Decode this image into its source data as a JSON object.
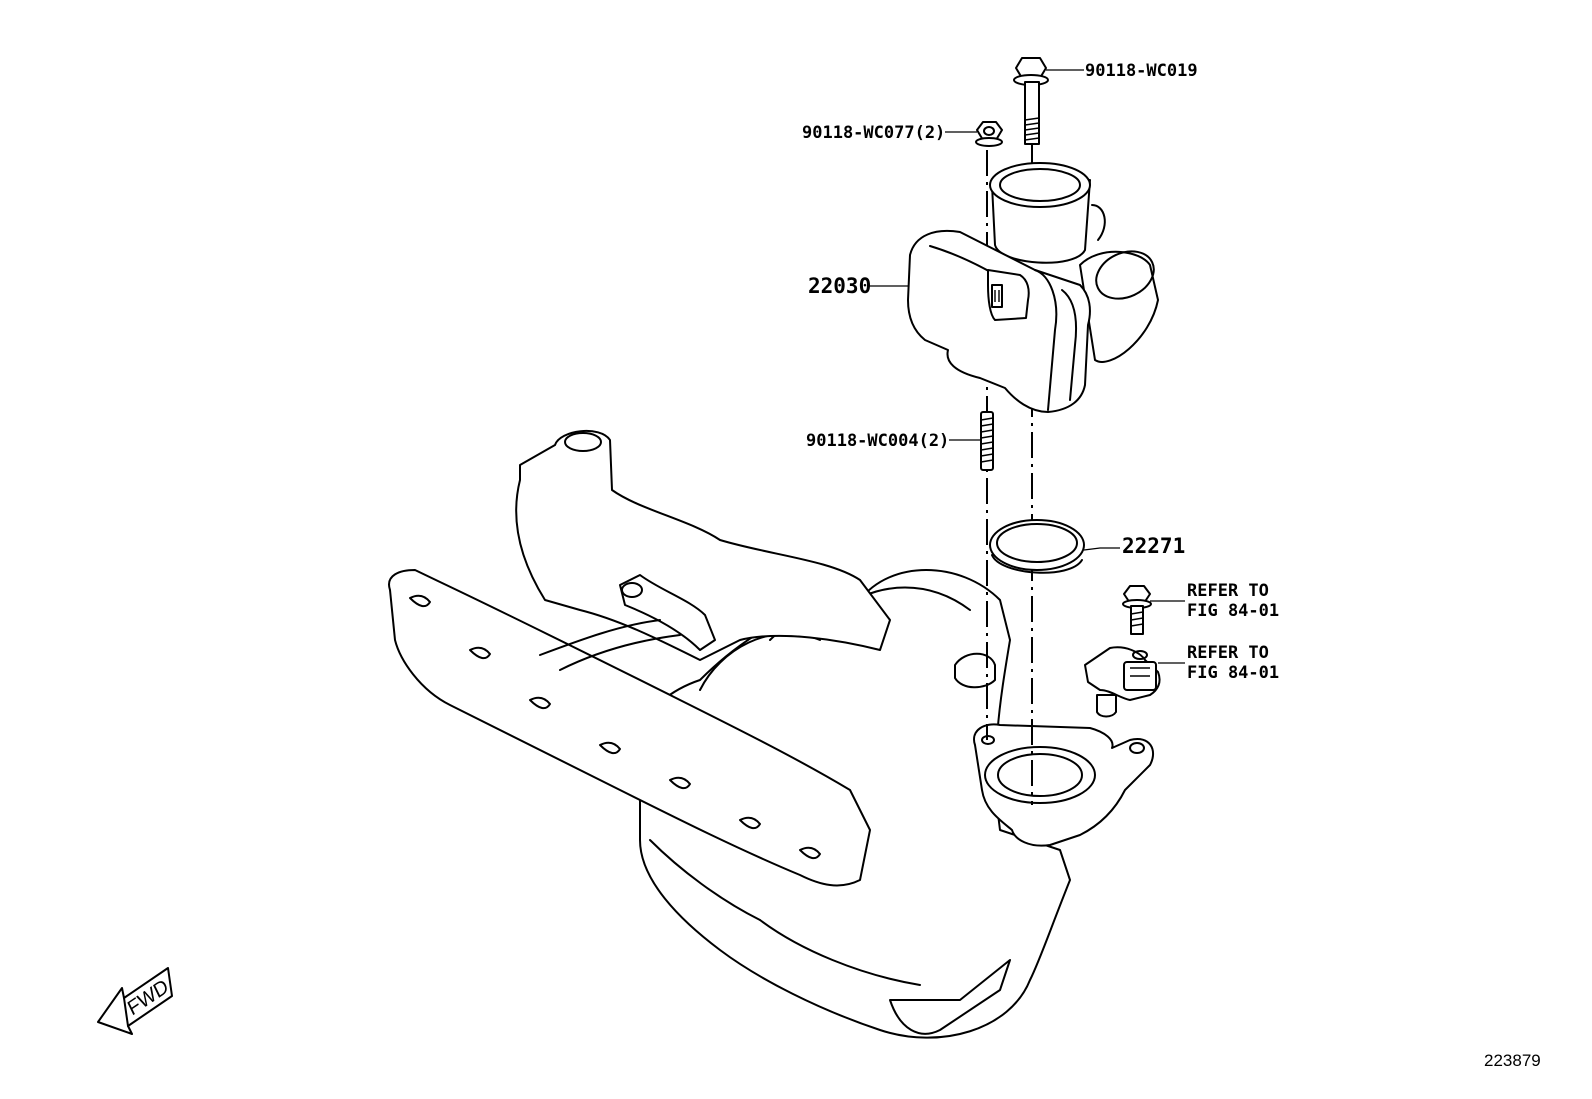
{
  "diagram": {
    "part_labels": {
      "bolt_top": "90118-WC019",
      "nut": "90118-WC077(2)",
      "throttle_body": "22030",
      "stud": "90118-WC004(2)",
      "gasket": "22271"
    },
    "references": {
      "sensor_bolt": {
        "line1": "REFER TO",
        "line2": "FIG 84-01"
      },
      "sensor": {
        "line1": "REFER TO",
        "line2": "FIG 84-01"
      }
    },
    "direction_indicator": "FWD",
    "illustration_id": "223879"
  }
}
